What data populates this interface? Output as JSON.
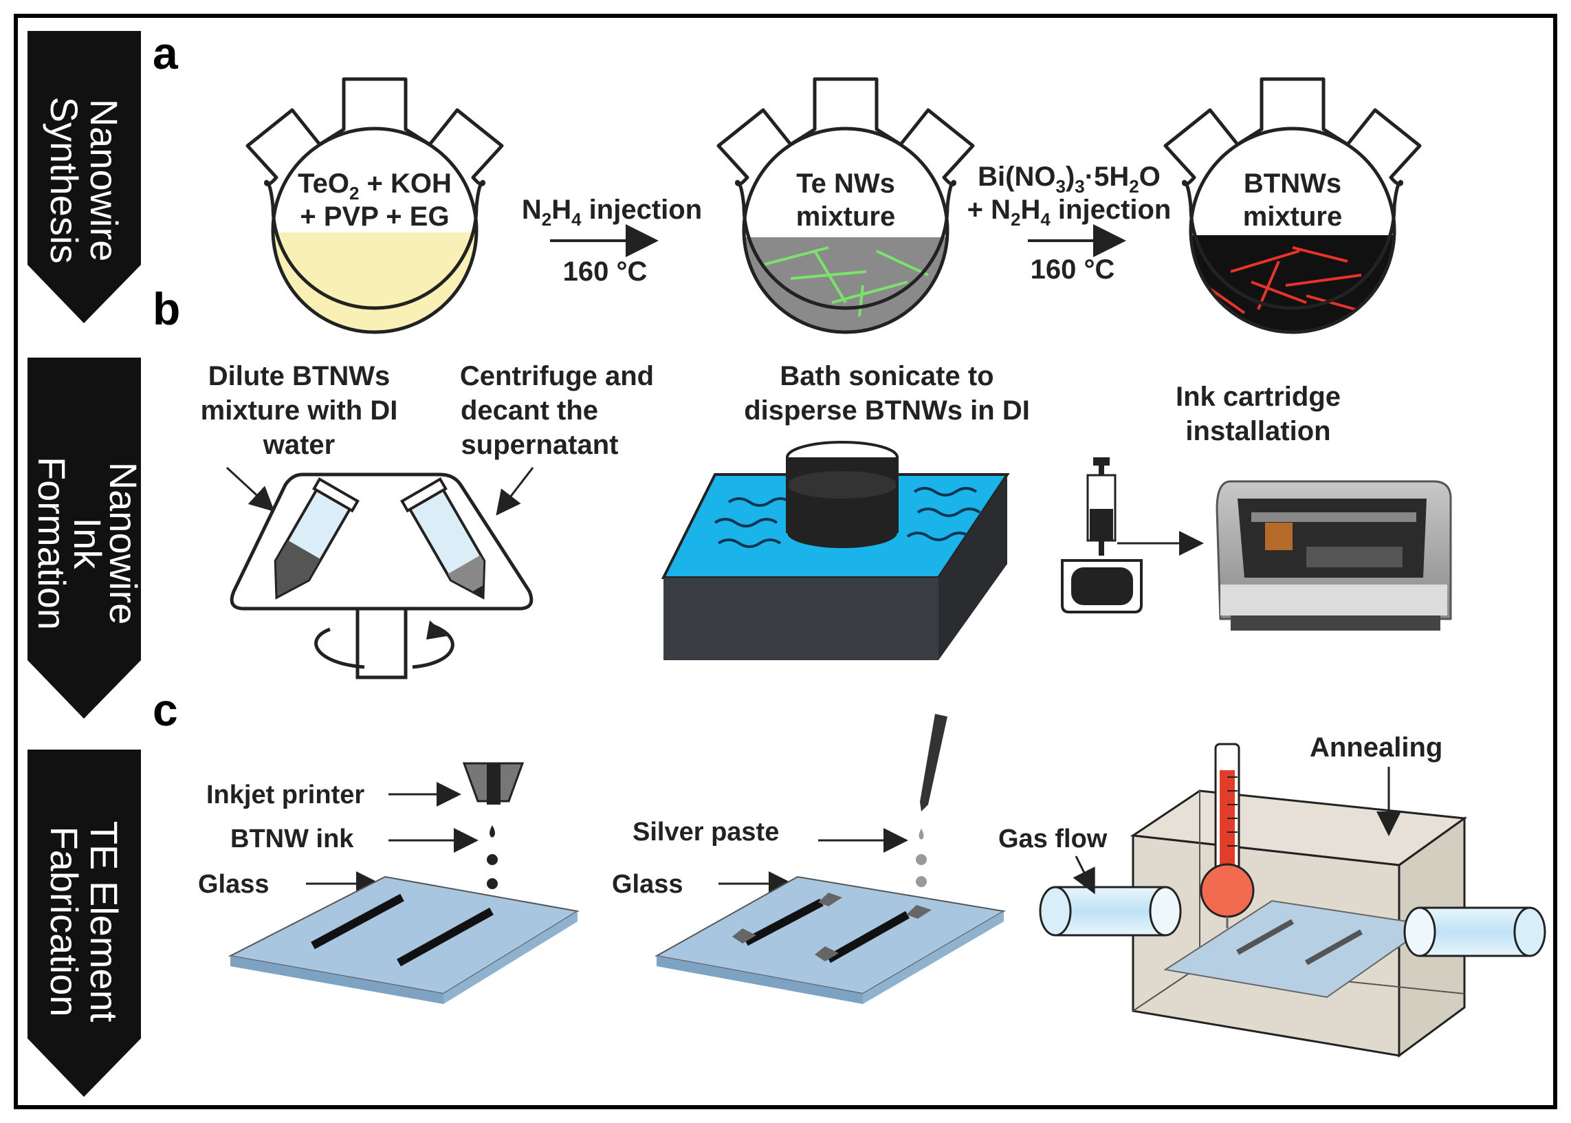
{
  "panels": {
    "a": {
      "letter": "a",
      "side_label": [
        "Nanowire",
        "Synthesis"
      ],
      "flask1": [
        "TeO",
        "2",
        " + KOH",
        "+ PVP + EG"
      ],
      "step1": {
        "reagent_pre": "N",
        "reagent_sub1": "2",
        "reagent_mid": "H",
        "reagent_sub2": "4",
        "reagent_post": " injection",
        "temp": "160 °C"
      },
      "flask2": [
        "Te NWs",
        "mixture"
      ],
      "step2": {
        "line1_pre": "Bi(NO",
        "line1_sub1": "3",
        "line1_mid": ")",
        "line1_sub2": "3",
        "line1_post": "·5H",
        "line1_sub3": "2",
        "line1_end": "O",
        "line2_pre": "+ N",
        "line2_sub1": "2",
        "line2_mid": "H",
        "line2_sub2": "4",
        "line2_post": " injection",
        "temp": "160 °C"
      },
      "flask3": [
        "BTNWs",
        "mixture"
      ]
    },
    "b": {
      "letter": "b",
      "side_label": [
        "Nanowire",
        "Ink",
        "Formation"
      ],
      "dilute": [
        "Dilute BTNWs",
        "mixture with DI",
        "water"
      ],
      "centrifuge": [
        "Centrifuge and",
        "decant the",
        "supernatant"
      ],
      "sonicate": [
        "Bath sonicate to",
        "disperse BTNWs in DI"
      ],
      "cartridge": [
        "Ink cartridge",
        "installation"
      ]
    },
    "c": {
      "letter": "c",
      "side_label": [
        "TE Element",
        "Fabrication"
      ],
      "inkjet": "Inkjet printer",
      "btnw_ink": "BTNW ink",
      "glass1": "Glass",
      "silver": "Silver paste",
      "glass2": "Glass",
      "gas": "Gas flow",
      "annealing": "Annealing"
    }
  },
  "colors": {
    "side_bg": "#111111",
    "yellow_liquid": "#f8f0b4",
    "gray_liquid": "#8a8a8a",
    "black_liquid": "#111111",
    "te_wire": "#7be36b",
    "btnw_wire": "#e8332a",
    "water": "#1bb4ea",
    "glass": "#a8c6e0",
    "box": "#d9d2c5",
    "thermo_red": "#e23c2a",
    "tube": "#cfe9f7"
  }
}
